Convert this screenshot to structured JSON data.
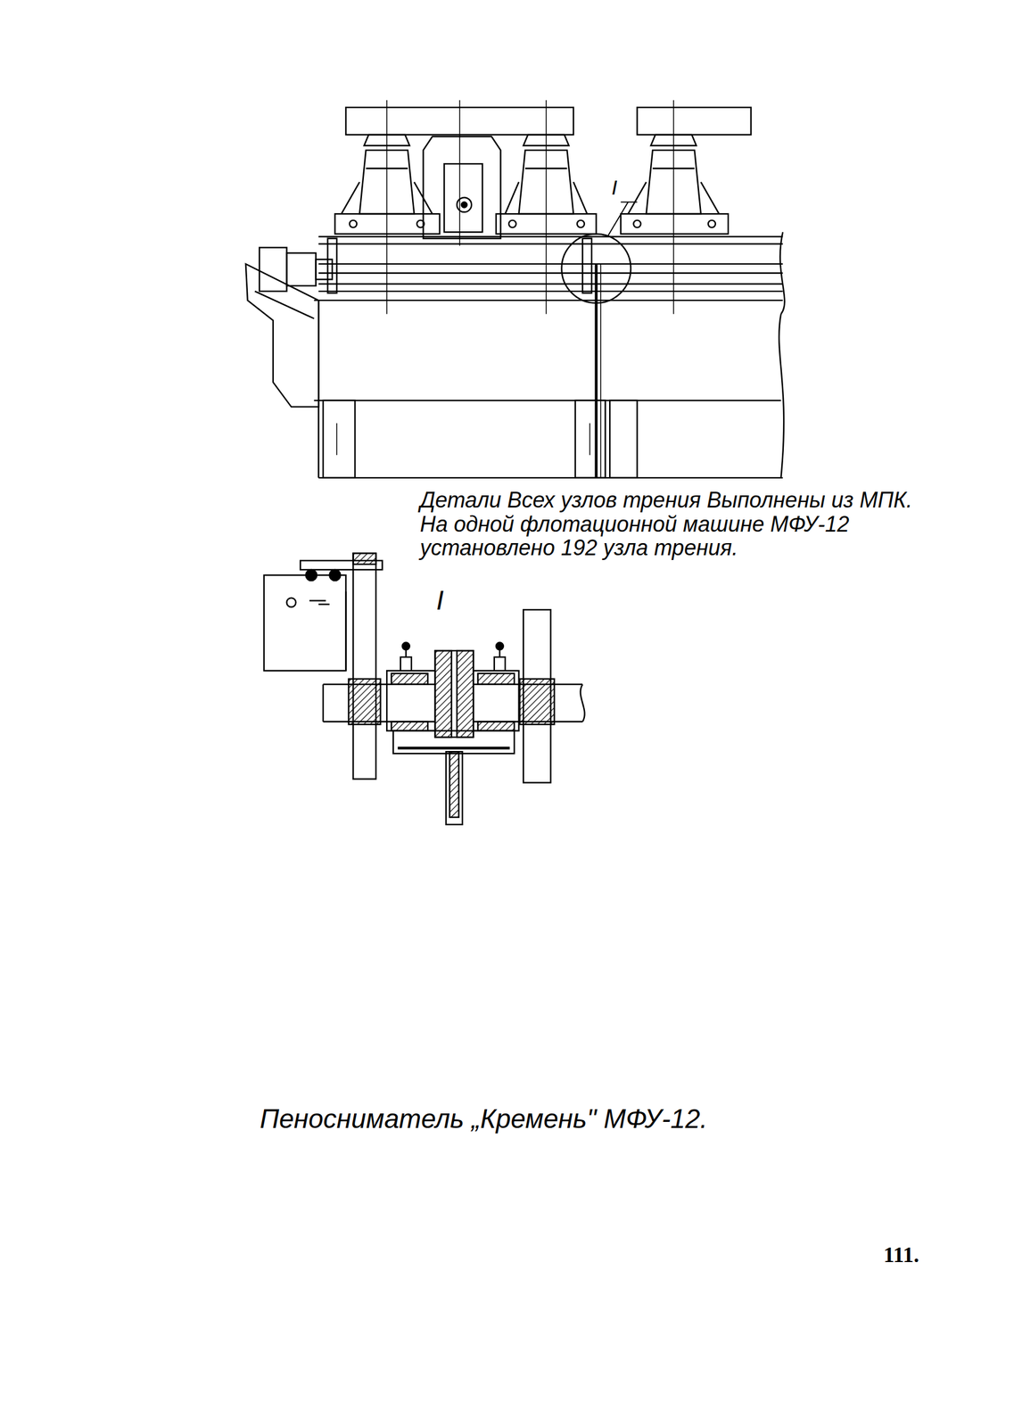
{
  "diagram": {
    "caption": "Пеносниматель „Кремень\" МФУ-12.",
    "labels": [
      "I",
      "Детали Всех узлов трения Выполнены из МПК. На одной флотационной машине МФУ-12 установлено 192 узла трения.",
      "I",
      "111."
    ]
  }
}
